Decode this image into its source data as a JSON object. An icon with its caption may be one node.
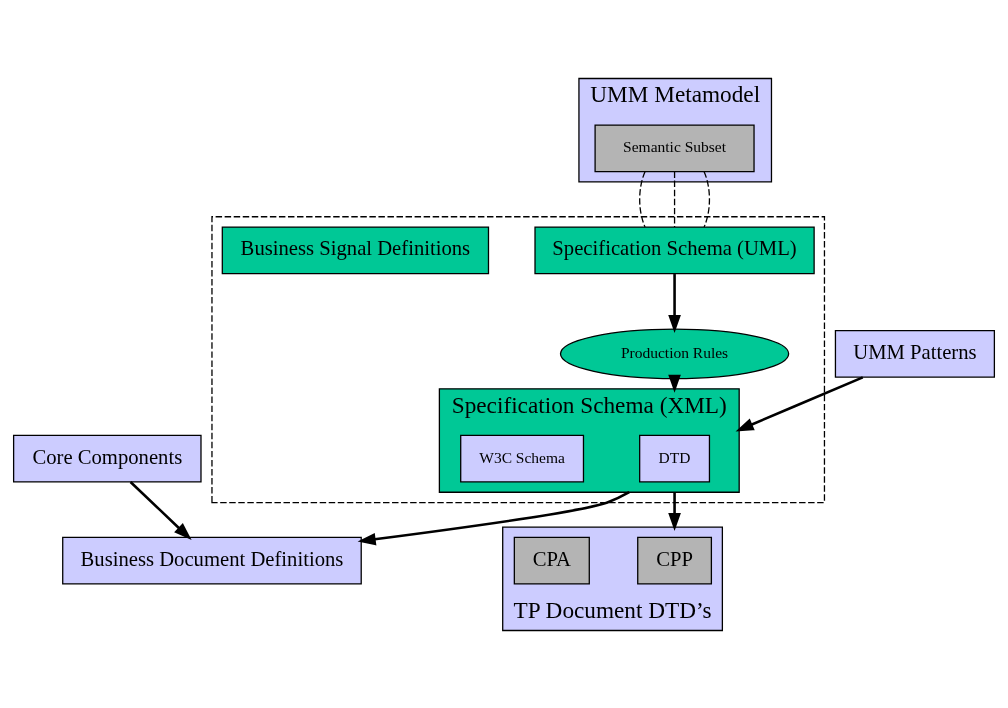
{
  "diagram": {
    "nodes": [
      {
        "text": [
          "UMM Metamodel"
        ]
      },
      {
        "text": [
          "Semantic Subset"
        ],
        "in": 0
      },
      {
        "text": [
          "UMM Patterns"
        ]
      },
      {
        "text": [],
        "shape": "box"
      },
      {
        "text": [
          "Specification Schema (UML)"
        ],
        "in": 3
      },
      {
        "text": [
          "Production Rules"
        ],
        "in": 3
      },
      {
        "text": [
          "Specification Schema (XML)"
        ],
        "in": 3
      },
      {
        "text": [
          "DTD"
        ],
        "in": 6
      },
      {
        "text": [
          "W3C Schema"
        ],
        "in": 6
      },
      {
        "text": [
          "Business Signal Definitions"
        ],
        "in": 3
      },
      {
        "text": [
          "Core Components"
        ]
      },
      {
        "text": [
          "Business Document Definitions"
        ]
      },
      {
        "text": [
          "TP Document DTD’s"
        ]
      },
      {
        "text": [
          "CPP"
        ],
        "in": 12
      },
      {
        "text": [
          "CPA"
        ],
        "in": 12
      }
    ],
    "edges": [
      {
        "from": 1,
        "to": 4,
        "arrow": "none",
        "style": "dashed"
      },
      {
        "from": 1,
        "to": 4,
        "arrow": "none",
        "style": "dashed"
      },
      {
        "from": 1,
        "to": 4,
        "arrow": "none",
        "style": "dashed"
      },
      {
        "from": 2,
        "to": 6,
        "arrow": "to"
      },
      {
        "from": 4,
        "to": 5,
        "arrow": "to"
      },
      {
        "from": 5,
        "to": 6,
        "arrow": "to"
      },
      {
        "from": 6,
        "to": 11,
        "arrow": "to"
      },
      {
        "from": 6,
        "to": 12,
        "arrow": "to"
      },
      {
        "from": 10,
        "to": 11,
        "arrow": "to"
      }
    ]
  }
}
